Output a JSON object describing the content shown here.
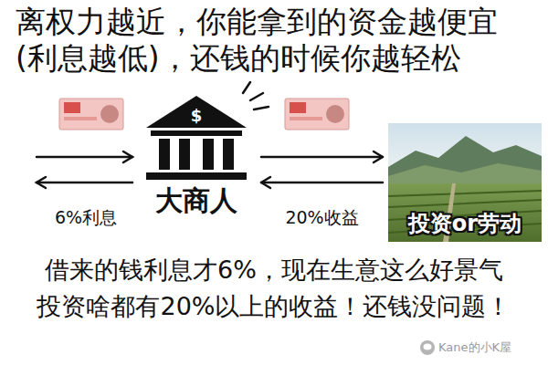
{
  "diagram": {
    "title": "离权力越近，你能拿到的资金越便宜 (利息越低)，还钱的时候你越轻松",
    "caption": "借来的钱利息才6%，现在生意这么好景气 投资啥都有20%以上的收益！还钱没问题！",
    "nodes": [
      {
        "text": [
          "大商人"
        ]
      },
      {
        "text": [
          "投资or劳动"
        ]
      }
    ],
    "edges": [
      {
        "from": 0,
        "to": 1,
        "arrow": "to"
      },
      {
        "from": 1,
        "to": 0,
        "label": "20%收益",
        "arrow": "to"
      }
    ],
    "labels": [
      "$",
      "6%利息",
      "Kane的小K屋"
    ]
  }
}
